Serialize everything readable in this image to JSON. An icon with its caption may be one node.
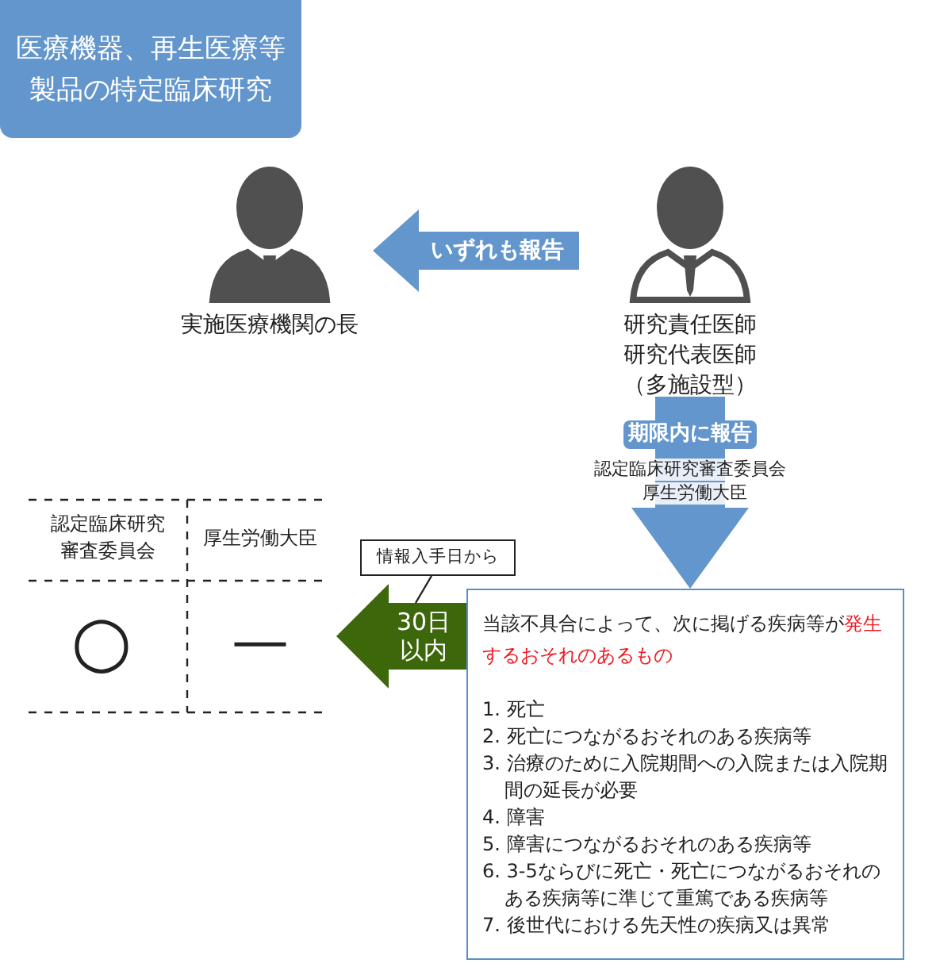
{
  "diagram": {
    "nodes": [
      {
        "text": [
          "医療機器、再生医療等製品の特定臨床研究"
        ]
      },
      {
        "text": [
          "実施医療機関の長"
        ]
      },
      {
        "text": [
          "研究責任医師",
          "研究代表医師",
          "（多施設型）"
        ]
      },
      {
        "text": [
          "情報入手日から"
        ]
      },
      {
        "text": [
          "当該不具合によって、次に掲げる疾病等が",
          "発生するおそれのあるもの",
          "1. 死亡",
          "2. 死亡につながるおそれのある疾病等",
          "3. 治療のために入院期間への入院または入院期間の延長が必要",
          "4. 障害",
          "5. 障害につながるおそれのある疾病等",
          "6. 3-5ならびに死亡・死亡につながるおそれのある疾病等に準じて重篤である疾病等",
          "7. 後世代における先天性の疾病又は異常"
        ]
      }
    ],
    "edges": [
      {
        "from": 2,
        "to": 1,
        "arrow": "to",
        "label": "いずれも報告"
      },
      {
        "from": 2,
        "to": 4,
        "arrow": "to",
        "label": "期限内に報告"
      },
      {
        "from": 4,
        "to": null,
        "arrow": "to",
        "label": "30日以内",
        "color": "#3d670b"
      },
      {
        "from": 3,
        "to": null,
        "arrow": "none"
      }
    ],
    "labels": [
      "認定臨床研究審査委員会",
      "厚生労働大臣",
      "認定臨床研究審査委員会",
      "厚生労働大臣",
      "○",
      "—"
    ]
  }
}
